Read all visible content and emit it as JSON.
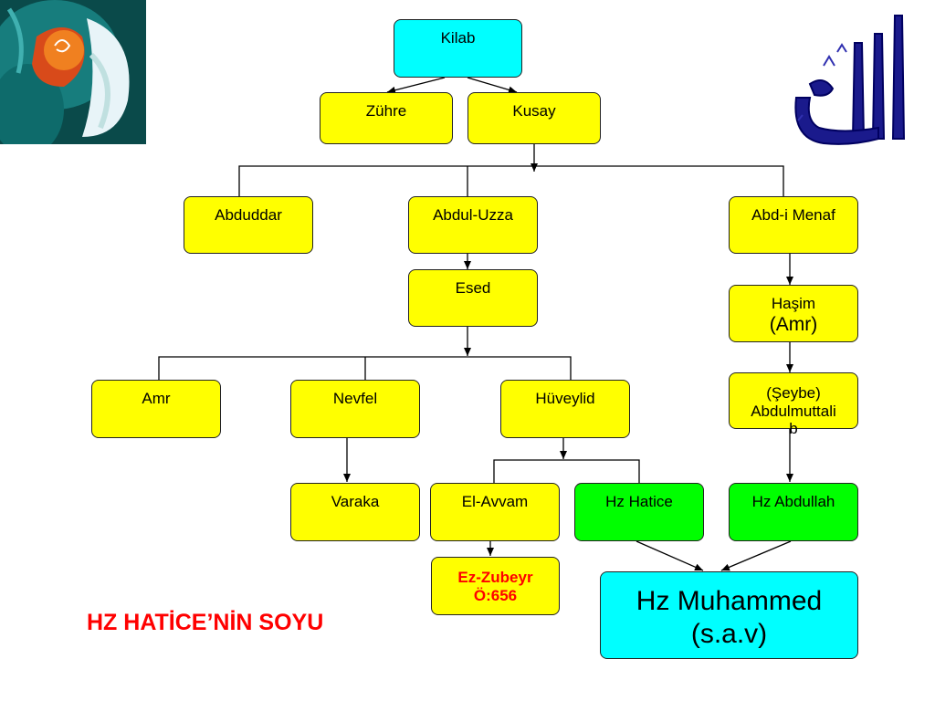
{
  "title": "HZ HATİCE’NİN SOYU",
  "nodes": {
    "kilab": "Kilab",
    "zuhre": "Zühre",
    "kusay": "Kusay",
    "abduddar": "Abduddar",
    "abdul_uzza": "Abdul-Uzza",
    "abd_i_menaf": "Abd-i Menaf",
    "esed": "Esed",
    "hasim_line1": "Haşim",
    "hasim_line2": "(Amr)",
    "amr": "Amr",
    "nevfel": "Nevfel",
    "huveylid": "Hüveylid",
    "seybe_line1": "(Şeybe)",
    "seybe_line2": "Abdulmuttali",
    "seybe_line3": "b",
    "varaka": "Varaka",
    "el_avvam": "El-Avvam",
    "hz_hatice": "Hz Hatice",
    "hz_abdullah": "Hz Abdullah",
    "ez_zubeyr_line1": "Ez-Zubeyr",
    "ez_zubeyr_line2": "Ö:656",
    "hz_muhammed_line1": "Hz Muhammed",
    "hz_muhammed_line2": "(s.a.v)"
  },
  "colors": {
    "default_node": "#ffff00",
    "root_node": "#00ffff",
    "highlight_node": "#00ff00",
    "title": "#ff0000"
  },
  "decorations": {
    "left_image": "muhammad-calligraphy-flower-image",
    "right_image": "allah-calligraphy-image"
  }
}
